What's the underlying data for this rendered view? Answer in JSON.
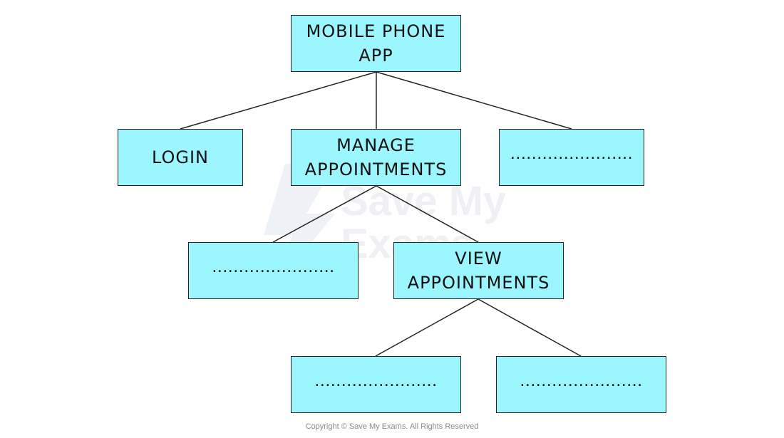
{
  "colors": {
    "box_fill": "#9cf6fd",
    "box_border": "#222222",
    "line": "#222222"
  },
  "watermark": {
    "line1": "Save My",
    "line2": "Exams"
  },
  "nodes": {
    "root": "MOBILE PHONE\nAPP",
    "login": "LOGIN",
    "manage": "MANAGE\nAPPOINTMENTS",
    "blank_top_right": ".......................",
    "blank_middle_left": ".......................",
    "view": "VIEW\nAPPOINTMENTS",
    "blank_bottom_left": ".......................",
    "blank_bottom_right": "......................."
  },
  "footer": {
    "copyright": "Copyright © Save My Exams. All Rights Reserved"
  }
}
